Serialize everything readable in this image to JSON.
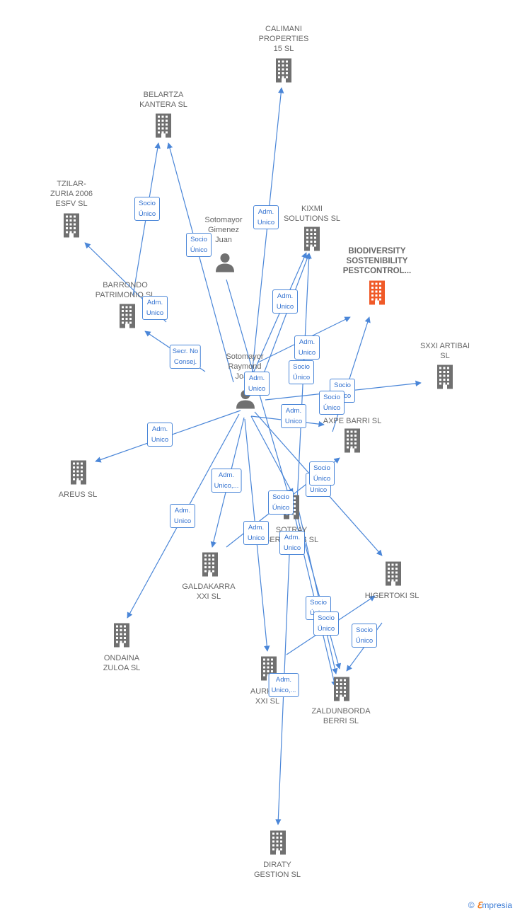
{
  "nodes": {
    "calimani": "CALIMANI\nPROPERTIES\n15  SL",
    "belartza": "BELARTZA\nKANTERA  SL",
    "tzilar": "TZILAR-\nZURIA 2006\nESFV SL",
    "kixmi": "KIXMI\nSOLUTIONS  SL",
    "biodiversity": "BIODIVERSITY\nSOSTENIBILITY\nPESTCONTROL...",
    "barrondo": "BARRONDO\nPATRIMONIO SL",
    "sxxi": "SXXI ARTIBAI\nSL",
    "axpe": "AXPE BARRI  SL",
    "areus": "AREUS SL",
    "sotray": "SOTRAY\nSERVICIOS SL",
    "galdakarra": "GALDAKARRA\nXXI  SL",
    "higertoki": "HIGERTOKI  SL",
    "ondaina": "ONDAINA\nZULOA SL",
    "aurkitu": "AURKITU\nXXI SL",
    "zaldunborda": "ZALDUNBORDA\nBERRI  SL",
    "diraty": "DIRATY\nGESTION  SL",
    "person_juan": "Sotomayor\nGimenez\nJuan",
    "person_raymond": "Sotomayor\nRaymond\nJoa..."
  },
  "edge_labels": {
    "adm_unico": "Adm.\nUnico",
    "socio_unico": "Socio\nÚnico",
    "secr_no_consej": "Secr.  No\nConsej.",
    "adm_unico_ellipsis": "Adm.\nUnico,..."
  },
  "footer": {
    "copyright": "©",
    "brand_e": "ℇ",
    "brand_rest": "mpresia"
  },
  "colors": {
    "edge": "#4a86d8",
    "building": "#707070",
    "focus_building": "#f05a28",
    "label": "#666666"
  }
}
